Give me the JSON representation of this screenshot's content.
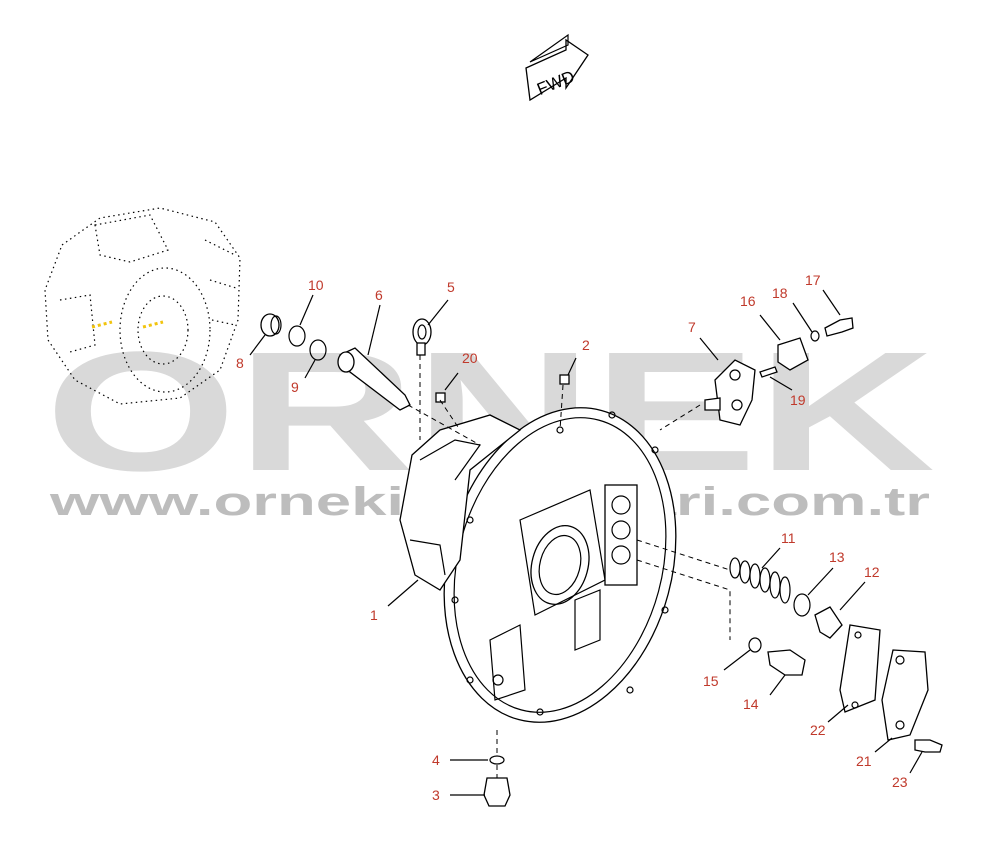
{
  "watermark": {
    "brand": "ORNEK",
    "url": "www.ornekimakinalari.com.tr",
    "color": "#d9d9d9"
  },
  "fwd_badge": {
    "text": "FWD"
  },
  "callouts": [
    {
      "id": "c1",
      "text": "1"
    },
    {
      "id": "c2",
      "text": "2"
    },
    {
      "id": "c3",
      "text": "3"
    },
    {
      "id": "c4",
      "text": "4"
    },
    {
      "id": "c5",
      "text": "5"
    },
    {
      "id": "c6",
      "text": "6"
    },
    {
      "id": "c7",
      "text": "7"
    },
    {
      "id": "c8",
      "text": "8"
    },
    {
      "id": "c9",
      "text": "9"
    },
    {
      "id": "c10",
      "text": "10"
    },
    {
      "id": "c11",
      "text": "11"
    },
    {
      "id": "c12",
      "text": "12"
    },
    {
      "id": "c13",
      "text": "13"
    },
    {
      "id": "c14",
      "text": "14"
    },
    {
      "id": "c15",
      "text": "15"
    },
    {
      "id": "c16",
      "text": "16"
    },
    {
      "id": "c17",
      "text": "17"
    },
    {
      "id": "c18",
      "text": "18"
    },
    {
      "id": "c19",
      "text": "19"
    },
    {
      "id": "c20",
      "text": "20"
    },
    {
      "id": "c21",
      "text": "21"
    },
    {
      "id": "c22",
      "text": "22"
    },
    {
      "id": "c23",
      "text": "23"
    }
  ],
  "colors": {
    "callout_text": "#c0392b",
    "lines": "#000000",
    "highlight": "#f1c40f"
  }
}
